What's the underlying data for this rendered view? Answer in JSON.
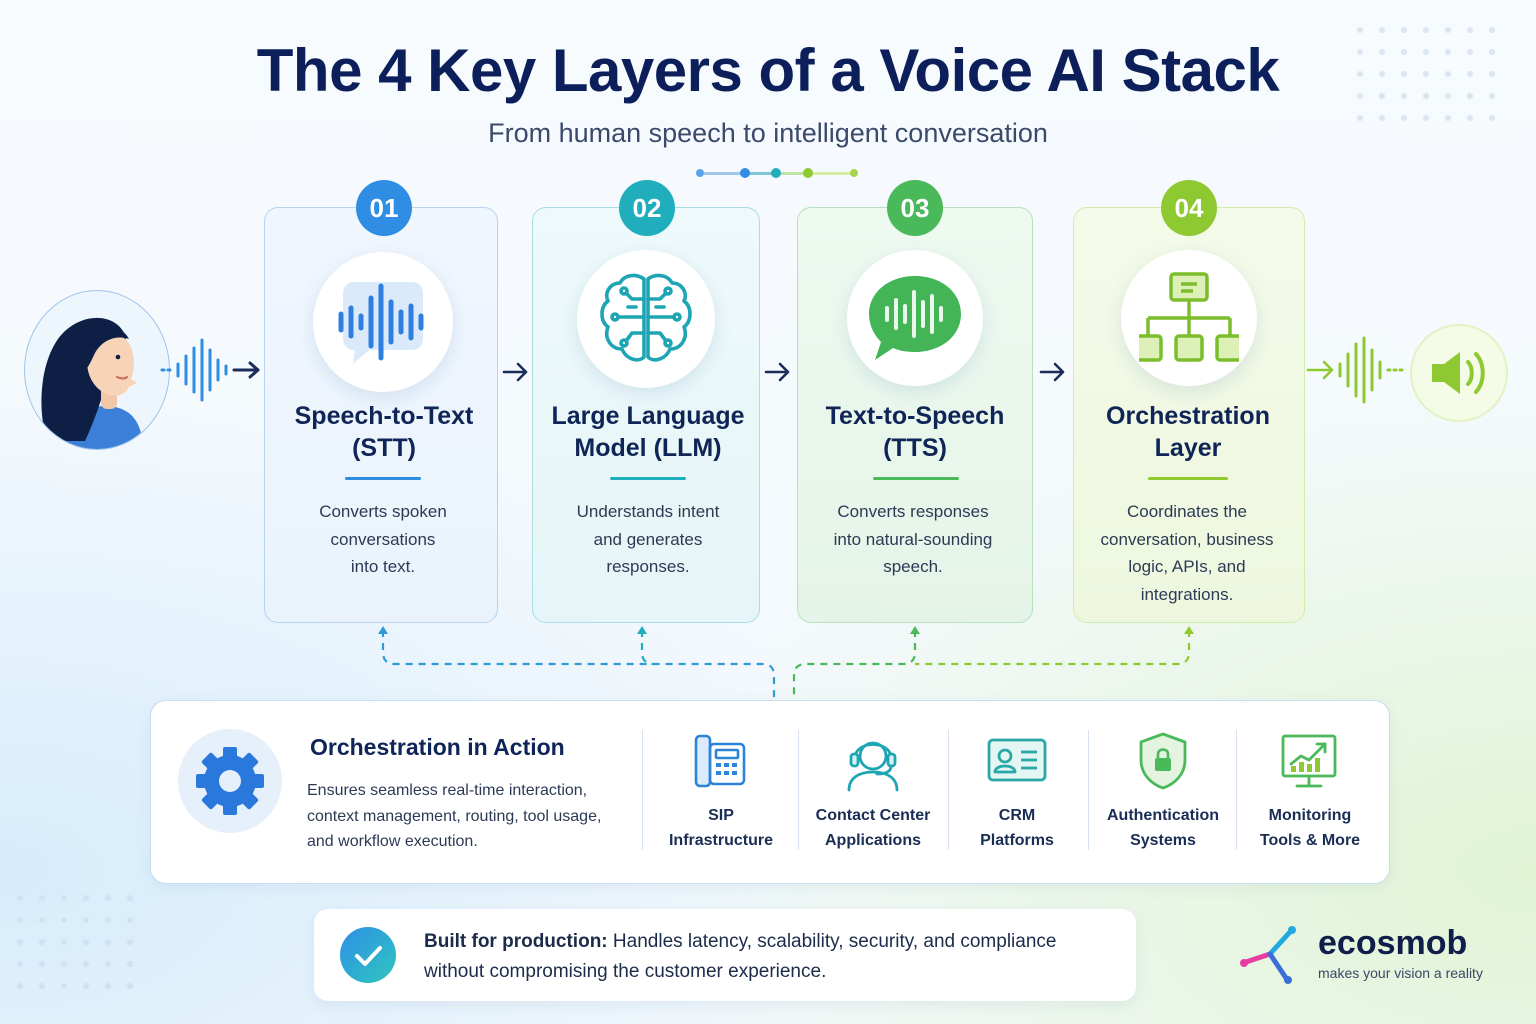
{
  "header": {
    "title": "The 4 Key Layers of a Voice AI Stack",
    "subtitle": "From human speech to intelligent conversation"
  },
  "colors": {
    "layer1": "#2f8de4",
    "layer2": "#20aebd",
    "layer3": "#49b95a",
    "layer4": "#8fc932",
    "navy": "#0f2557"
  },
  "flow": {
    "input_icon": "person-speaking-icon",
    "output_icon": "speaker-icon"
  },
  "layers": [
    {
      "number": "01",
      "title_line1": "Speech-to-Text",
      "title_line2": "(STT)",
      "desc_line1": "Converts spoken",
      "desc_line2": "conversations",
      "desc_line3": "into text.",
      "desc_line4": "",
      "icon": "soundwave-bubble-icon"
    },
    {
      "number": "02",
      "title_line1": "Large Language",
      "title_line2": "Model (LLM)",
      "desc_line1": "Understands intent",
      "desc_line2": "and generates",
      "desc_line3": "responses.",
      "desc_line4": "",
      "icon": "brain-circuit-icon"
    },
    {
      "number": "03",
      "title_line1": "Text-to-Speech",
      "title_line2": "(TTS)",
      "desc_line1": "Converts responses",
      "desc_line2": "into natural-sounding",
      "desc_line3": "speech.",
      "desc_line4": "",
      "icon": "speech-bubble-wave-icon"
    },
    {
      "number": "04",
      "title_line1": "Orchestration",
      "title_line2": "Layer",
      "desc_line1": "Coordinates the",
      "desc_line2": "conversation, business",
      "desc_line3": "logic, APIs, and",
      "desc_line4": "integrations.",
      "icon": "hierarchy-icon"
    }
  ],
  "orchestration": {
    "title": "Orchestration in Action",
    "desc_line1": "Ensures seamless real-time interaction,",
    "desc_line2": "context management, routing, tool usage,",
    "desc_line3": "and workflow execution.",
    "icon": "gear-icon",
    "tools": [
      {
        "line1": "SIP",
        "line2": "Infrastructure",
        "icon": "desk-phone-icon"
      },
      {
        "line1": "Contact Center",
        "line2": "Applications",
        "icon": "headset-agent-icon"
      },
      {
        "line1": "CRM",
        "line2": "Platforms",
        "icon": "contact-card-icon"
      },
      {
        "line1": "Authentication",
        "line2": "Systems",
        "icon": "shield-lock-icon"
      },
      {
        "line1": "Monitoring",
        "line2": "Tools & More",
        "icon": "growth-chart-icon"
      }
    ]
  },
  "production": {
    "bold": "Built for production:",
    "text": " Handles latency, scalability, security, and compliance without compromising the customer experience.",
    "icon": "check-icon"
  },
  "brand": {
    "name": "ecosmob",
    "tagline": "makes your vision a reality"
  }
}
